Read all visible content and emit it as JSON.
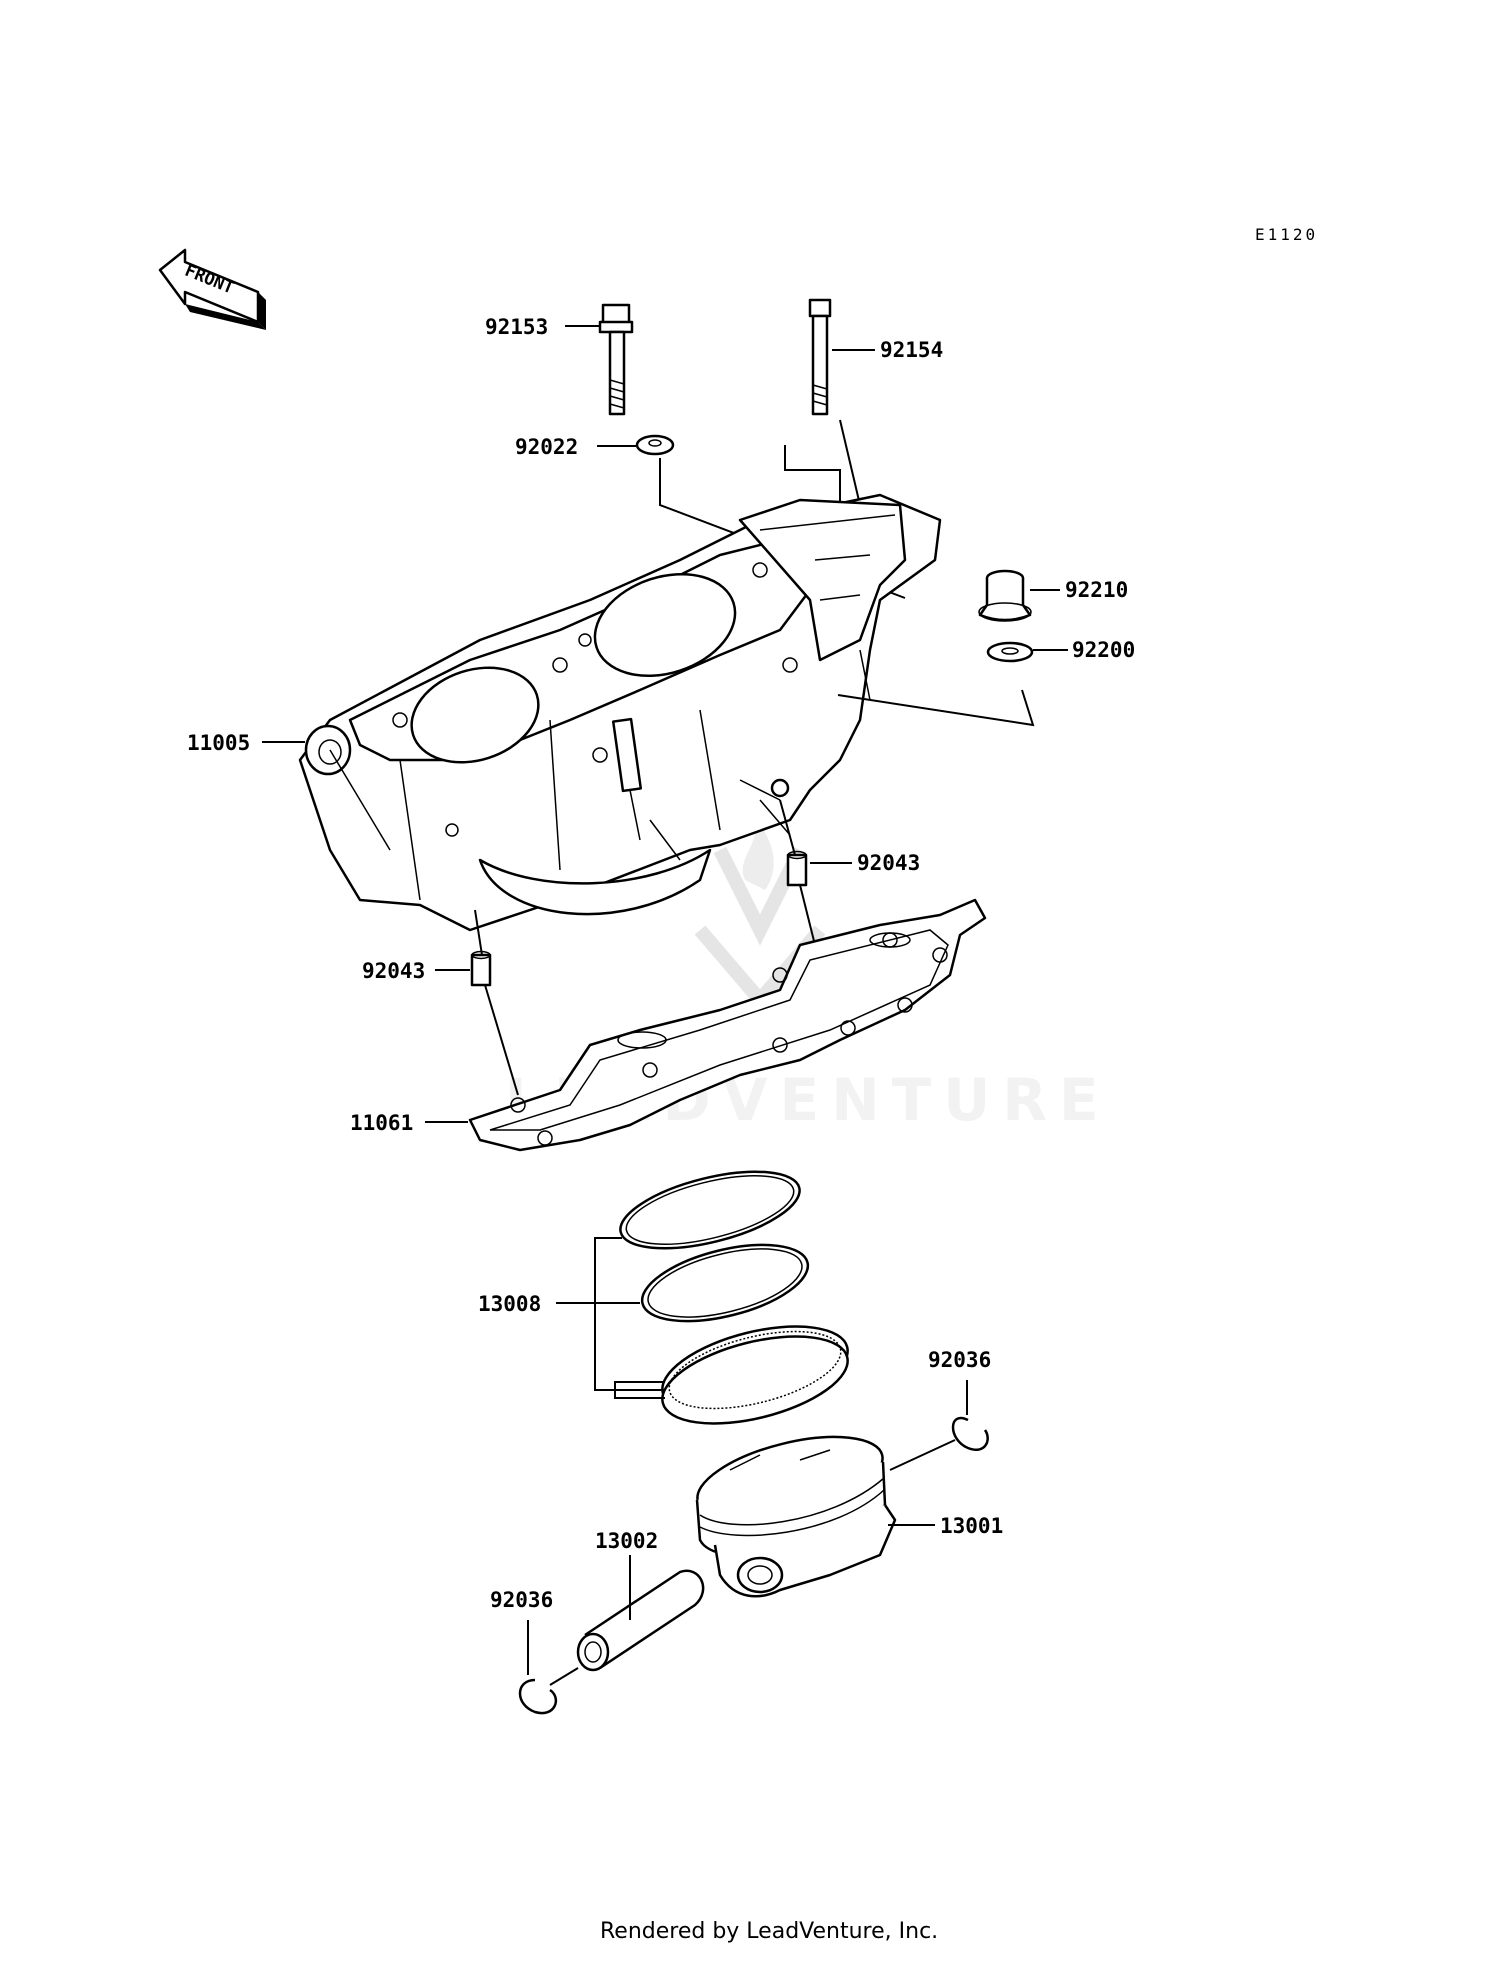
{
  "diagram": {
    "code": "E1120",
    "front_label": "FRONT",
    "watermark": "LEADVENTURE",
    "footer": "Rendered by LeadVenture, Inc.",
    "parts": {
      "p92153": "92153",
      "p92154": "92154",
      "p92022": "92022",
      "p92210": "92210",
      "p92200": "92200",
      "p11005": "11005",
      "p92043a": "92043",
      "p92043b": "92043",
      "p11061": "11061",
      "p13008": "13008",
      "p92036a": "92036",
      "p13001": "13001",
      "p13002": "13002",
      "p92036b": "92036"
    }
  }
}
